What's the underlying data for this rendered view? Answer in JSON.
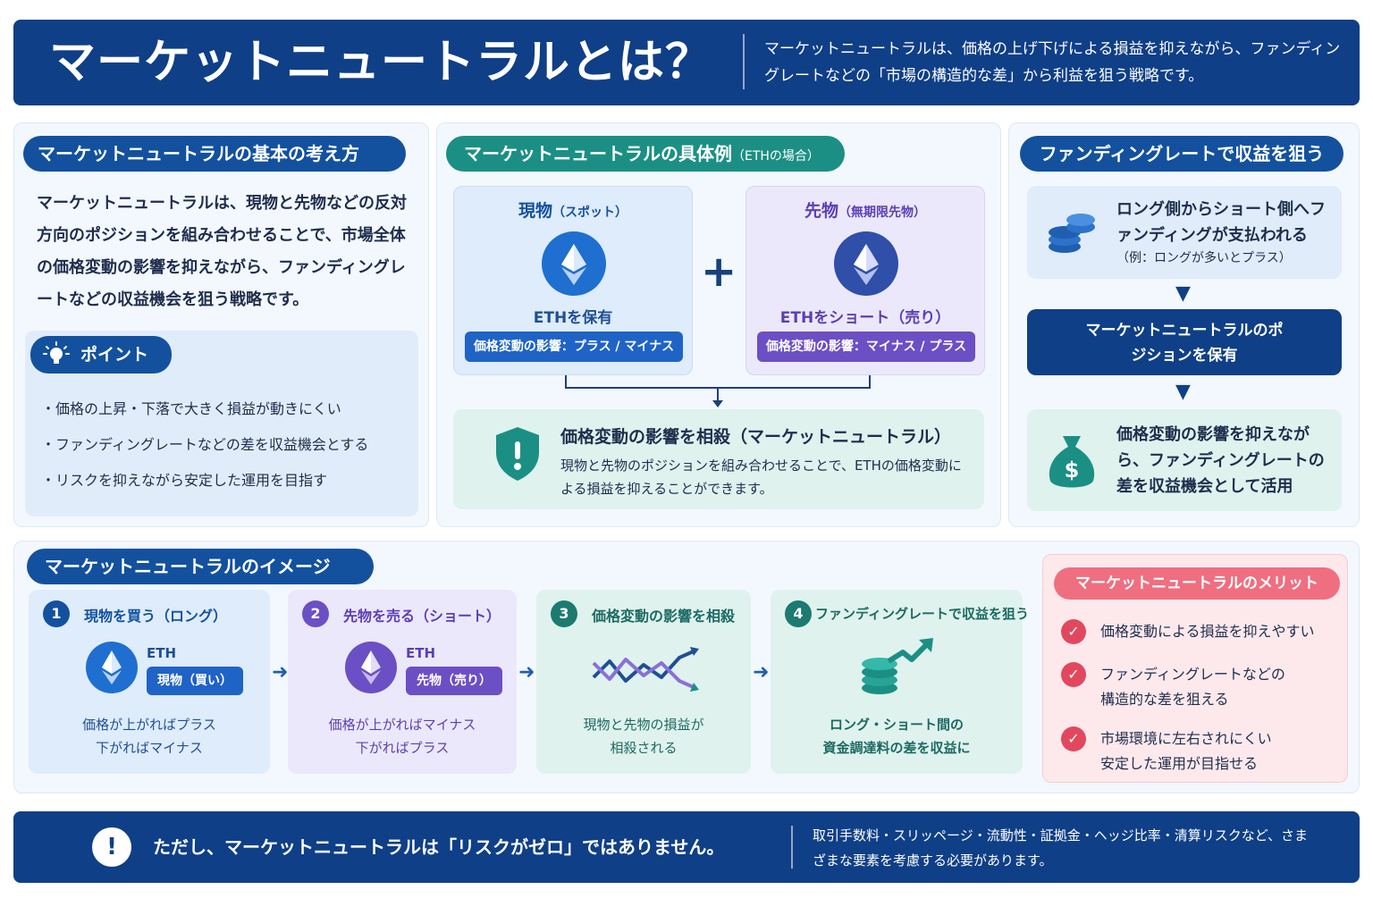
{
  "header": {
    "title": "マーケットニュートラルとは？",
    "desc": "マーケットニュートラルは、価格の上げ下げによる損益を抑えながら、ファンディングレートなどの「市場の構造的な差」から利益を狙う戦略です。"
  },
  "basics": {
    "title": "マーケットニュートラルの基本の考え方",
    "body": "マーケットニュートラルは、現物と先物などの反対方向のポジションを組み合わせることで、市場全体の価格変動の影響を抑えながら、ファンディングレートなどの収益機会を狙う戦略です。",
    "point_label": "ポイント",
    "points": [
      "価格の上昇・下落で大きく損益が動きにくい",
      "ファンディングレートなどの差を収益機会とする",
      "リスクを抑えながら安定した運用を目指す"
    ]
  },
  "example": {
    "title": "マーケットニュートラルの具体例",
    "title_sub": "（ETHの場合）",
    "spot": {
      "head": "現物",
      "head_sub": "（スポット）",
      "label": "ETHを保有",
      "impact": "価格変動の影響：プラス / マイナス"
    },
    "plus": "+",
    "future": {
      "head": "先物",
      "head_sub": "（無期限先物）",
      "label": "ETHをショート（売り）",
      "impact": "価格変動の影響：マイナス / プラス"
    },
    "neutral": {
      "title": "価格変動の影響を相殺（マーケットニュートラル）",
      "desc": "現物と先物のポジションを組み合わせることで、ETHの価格変動による損益を抑えることができます。"
    }
  },
  "funding": {
    "title": "ファンディングレートで収益を狙う",
    "box1": "ロング側からショート側へファンディングが支払われる",
    "box1_note": "（例：ロングが多いとプラス）",
    "box2": "マーケットニュートラルのポジションを保有",
    "box3": "価格変動の影響を抑えながら、ファンディングレートの差を収益機会として活用"
  },
  "image_section": {
    "title": "マーケットニュートラルのイメージ",
    "steps": [
      {
        "num": "1",
        "head": "現物を買う（ロング）",
        "eth": "ETH",
        "pill": "現物（買い）",
        "desc": "価格が上がればプラス\n下がればマイナス"
      },
      {
        "num": "2",
        "head": "先物を売る（ショート）",
        "eth": "ETH",
        "pill": "先物（売り）",
        "desc": "価格が上がればマイナス\n下がればプラス"
      },
      {
        "num": "3",
        "head": "価格変動の影響を相殺",
        "desc": "現物と先物の損益が\n相殺される"
      },
      {
        "num": "4",
        "head": "ファンディングレートで収益を狙う",
        "desc": "ロング・ショート間の\n資金調達料の差を収益に"
      }
    ]
  },
  "merits": {
    "title": "マーケットニュートラルのメリット",
    "items": [
      "価格変動による損益を抑えやすい",
      "ファンディングレートなどの\n構造的な差を狙える",
      "市場環境に左右されにくい\n安定した運用が目指せる"
    ]
  },
  "footer": {
    "warning": "ただし、マーケットニュートラルは「リスクがゼロ」ではありません。",
    "desc": "取引手数料・スリッページ・流動性・証拠金・ヘッジ比率・清算リスクなど、さまざまな要素を考慮する必要があります。"
  },
  "icons": {
    "eth": "ethereum-icon",
    "bulb": "lightbulb-icon",
    "shield": "shield-icon",
    "coins": "coins-icon",
    "moneybag": "money-bag-icon",
    "check": "check-icon",
    "warning": "exclamation-icon"
  },
  "colors": {
    "navy": "#0f3f87",
    "teal": "#1c8f84",
    "purple": "#6b4fc4",
    "red": "#e2485d"
  }
}
